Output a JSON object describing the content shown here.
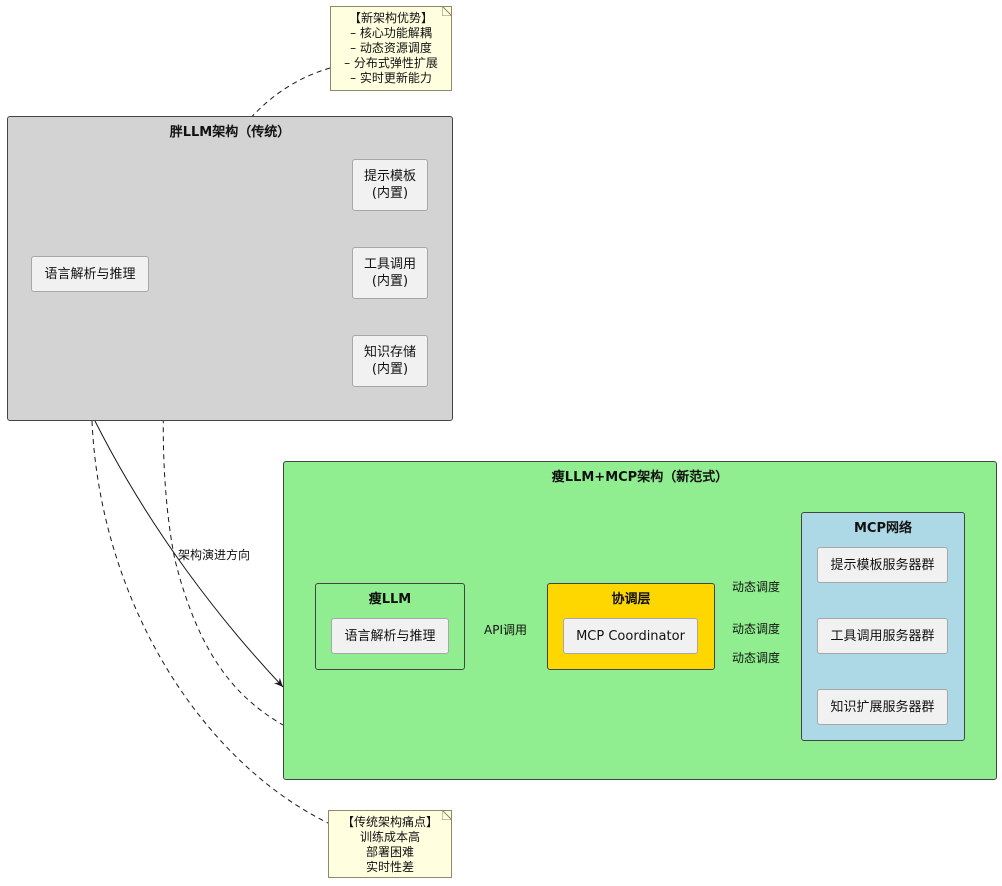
{
  "notes": {
    "advantage": {
      "title": "【新架构优势】",
      "lines": [
        "– 核心功能解耦",
        "– 动态资源调度",
        "– 分布式弹性扩展",
        "– 实时更新能力"
      ]
    },
    "pain": {
      "title": "【传统架构痛点】",
      "lines": [
        "训练成本高",
        "部署困难",
        "实时性差"
      ]
    }
  },
  "fat": {
    "title": "胖LLM架构（传统）",
    "core": "语言解析与推理",
    "modules": [
      {
        "line1": "提示模板",
        "line2": "(内置)"
      },
      {
        "line1": "工具调用",
        "line2": "(内置)"
      },
      {
        "line1": "知识存储",
        "line2": "(内置)"
      }
    ]
  },
  "thin": {
    "title": "瘦LLM+MCP架构（新范式）",
    "llm": {
      "title": "瘦LLM",
      "core": "语言解析与推理"
    },
    "coord": {
      "title": "协调层",
      "node": "MCP Coordinator"
    },
    "network": {
      "title": "MCP网络",
      "servers": [
        "提示模板服务器群",
        "工具调用服务器群",
        "知识扩展服务器群"
      ]
    }
  },
  "edges": {
    "evolution": "架构演进方向",
    "api": "API调用",
    "dispatch": [
      "动态调度",
      "动态调度",
      "动态调度"
    ]
  },
  "colors": {
    "fat_bg": "#d3d3d3",
    "thin_bg": "#90ee90",
    "coord_bg": "#ffd700",
    "network_bg": "#add8e6",
    "note_bg": "#ffffe0"
  }
}
